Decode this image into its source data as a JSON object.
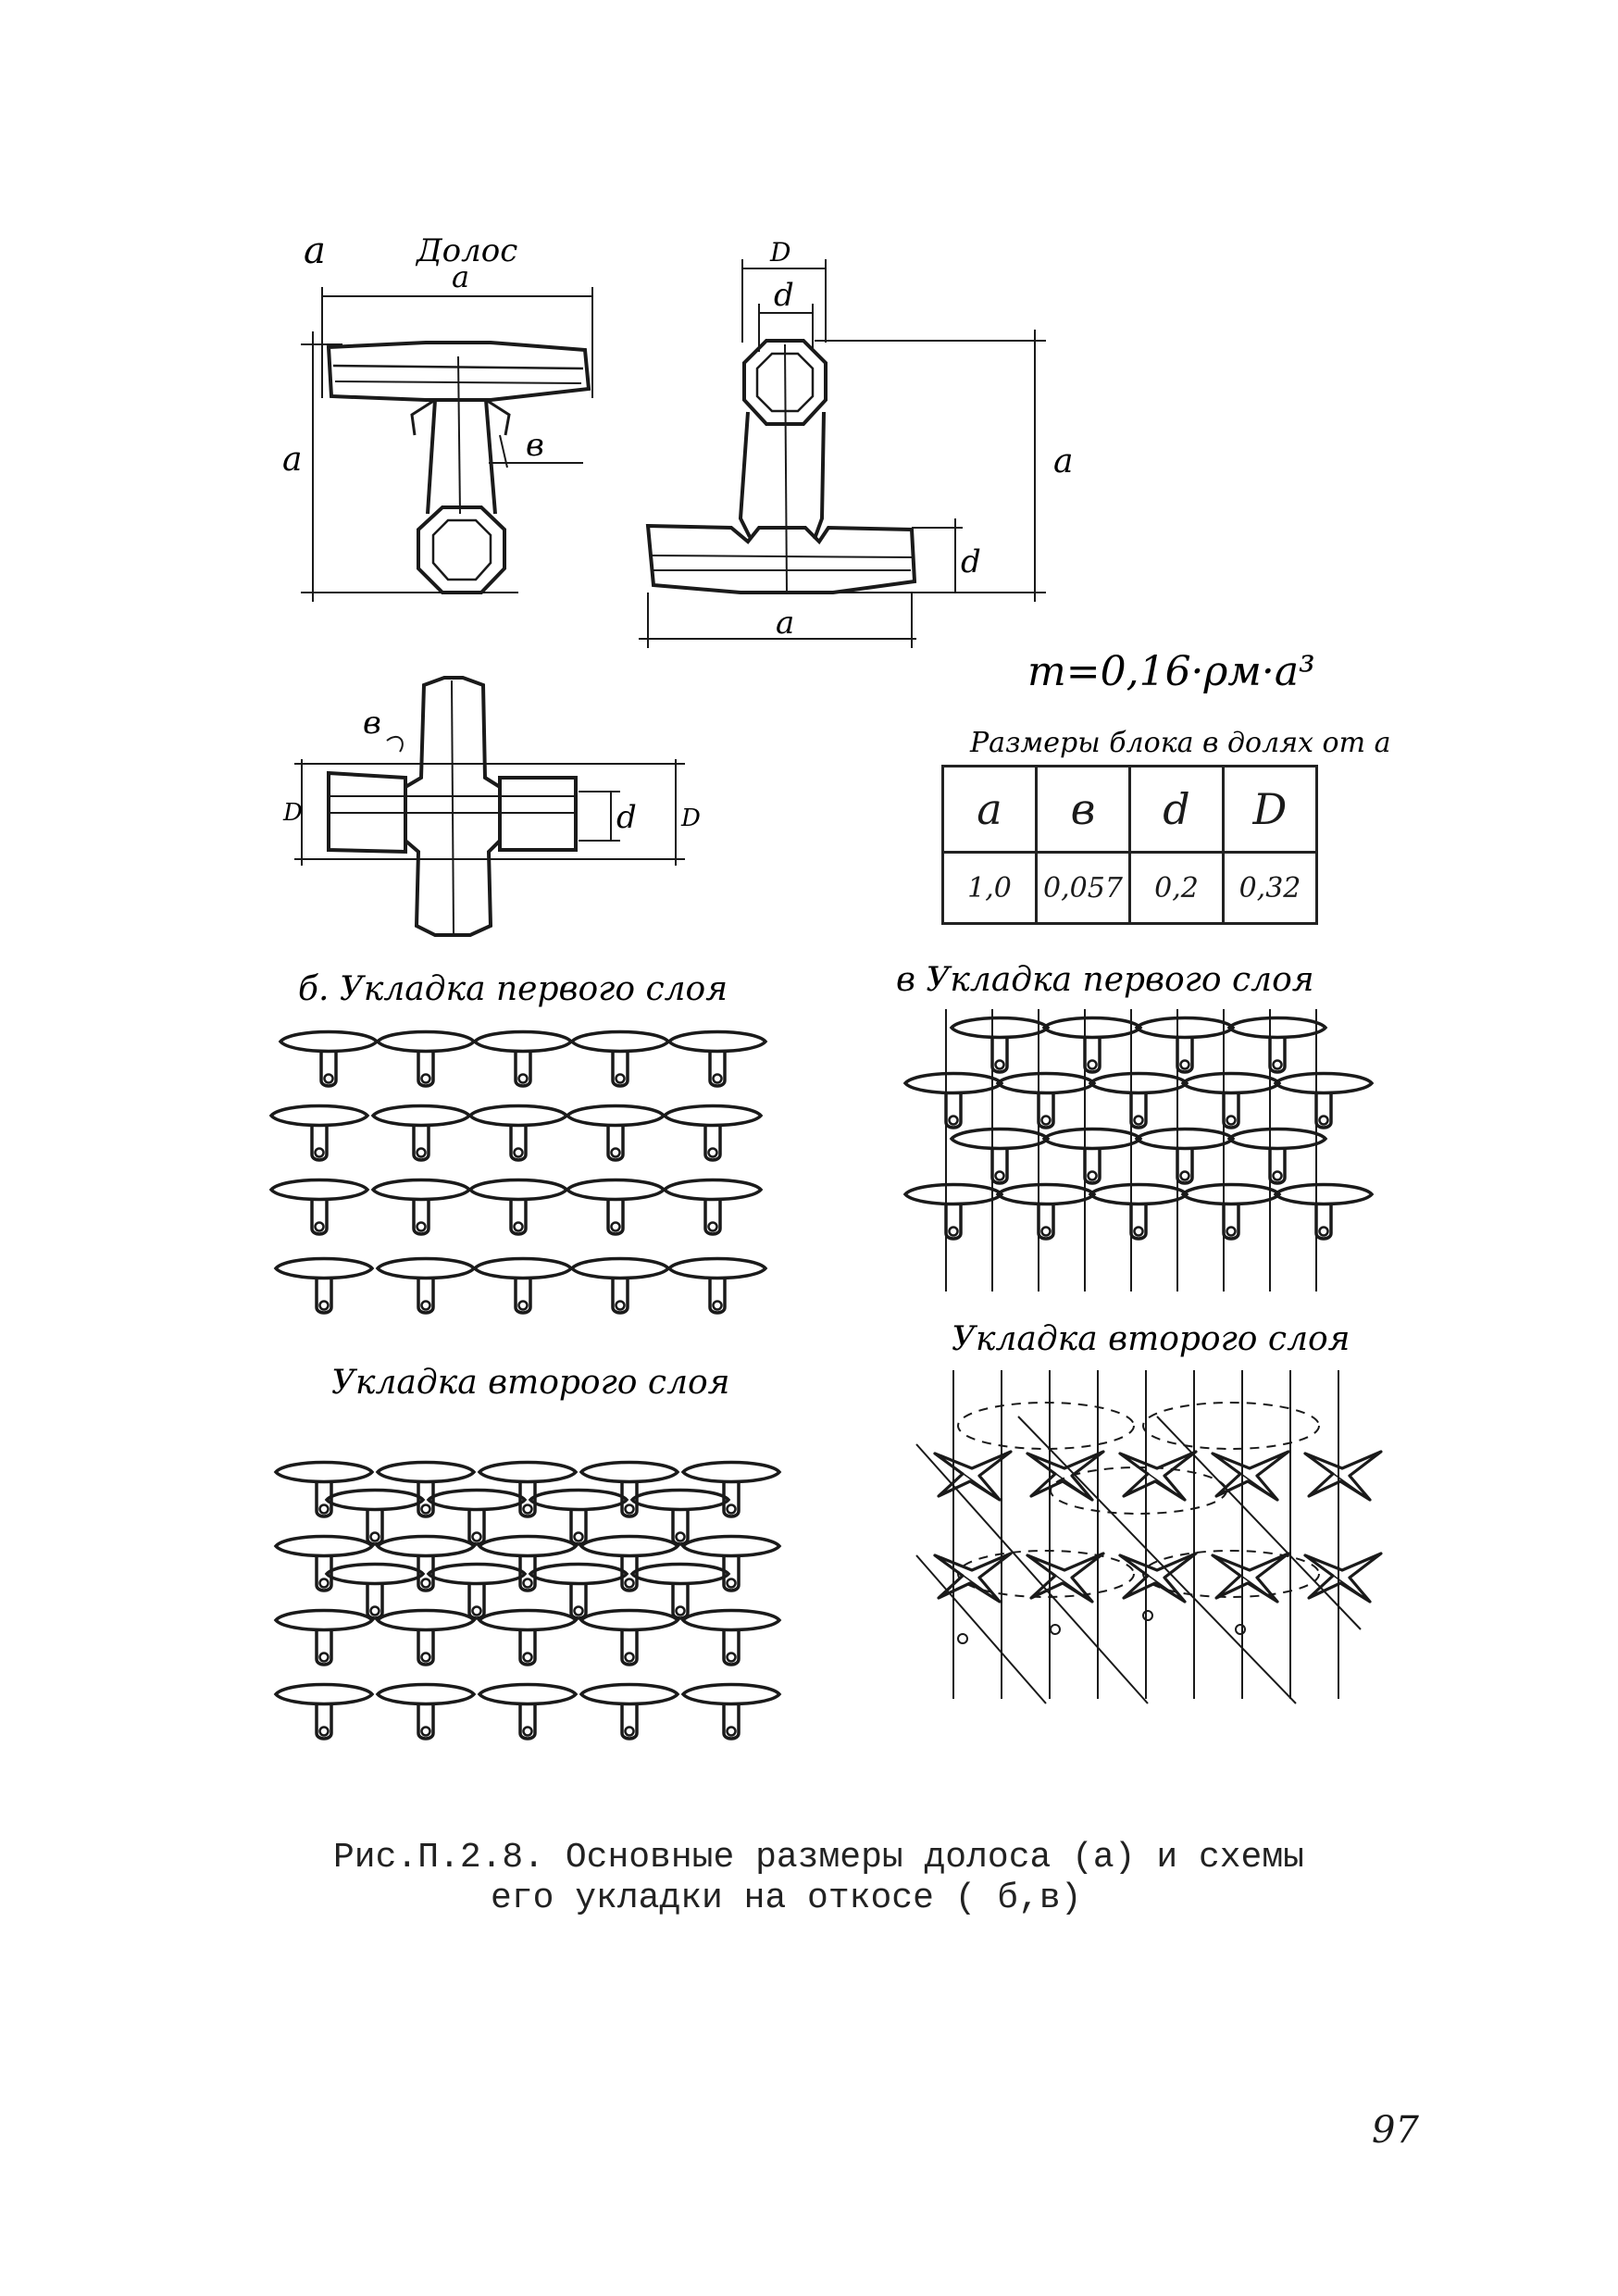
{
  "panel_a": {
    "letter": "а",
    "title": "Долос",
    "dims": {
      "a": "а",
      "b": "в",
      "d": "d",
      "D": "D"
    }
  },
  "formula": "m=0,16·ρм·a³",
  "table": {
    "title": "Размеры блока в долях от а",
    "headers": [
      "а",
      "в",
      "d",
      "D"
    ],
    "values": [
      "1,0",
      "0,057",
      "0,2",
      "0,32"
    ]
  },
  "panel_b": {
    "layer1": "б. Укладка первого слоя",
    "layer2": "Укладка второго слоя"
  },
  "panel_v": {
    "layer1": "в Укладка первого слоя",
    "layer2": "Укладка второго слоя"
  },
  "caption": {
    "line1": "Рис.П.2.8. Основные размеры долоса (а) и схемы",
    "line2": "его укладки на откосе ( б,в)"
  },
  "page_number": "97",
  "colors": {
    "ink": "#1a1a1a",
    "paper": "#ffffff"
  }
}
